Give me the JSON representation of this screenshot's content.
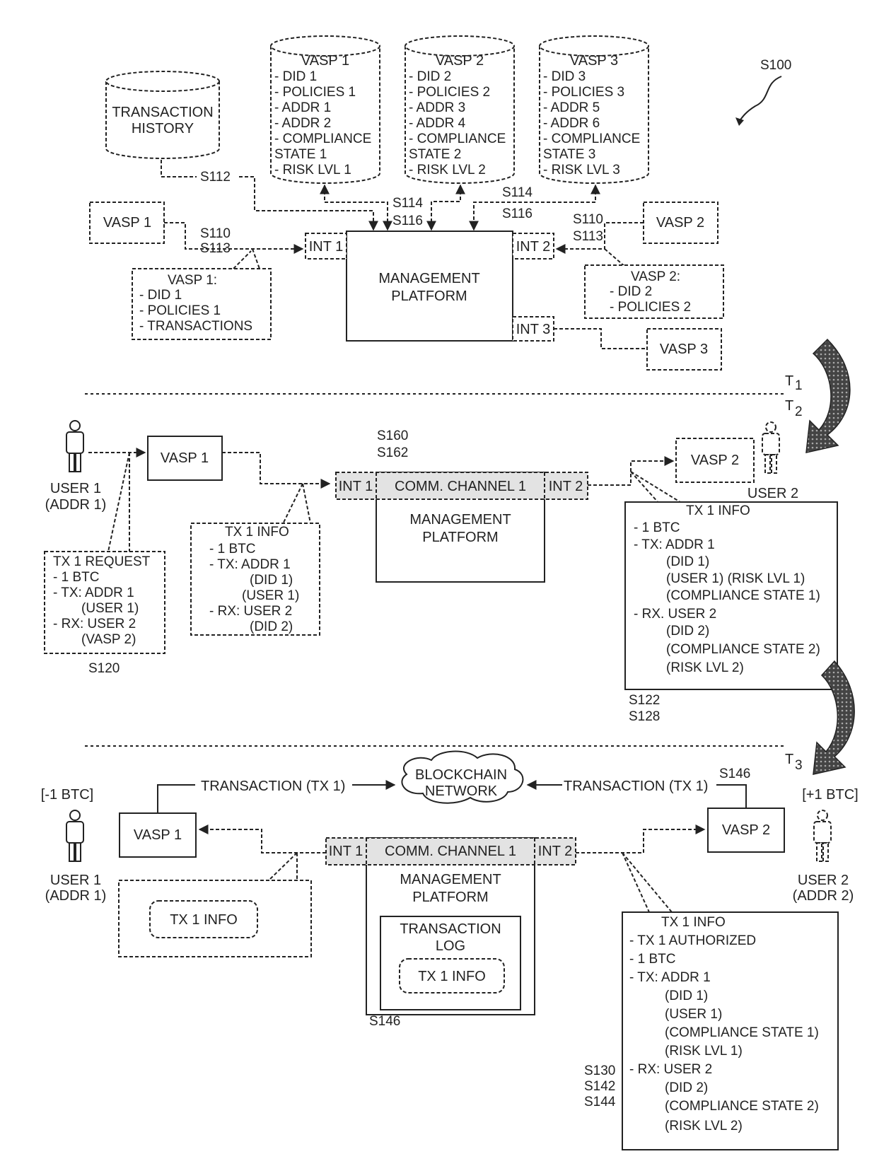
{
  "figure": {
    "ref_label": "S100",
    "top": {
      "db1": {
        "title": "VASP 1",
        "lines": [
          "- DID 1",
          "- POLICIES 1",
          "- ADDR 1",
          "- ADDR 2",
          "- COMPLIANCE",
          "STATE 1",
          "- RISK LVL 1"
        ]
      },
      "db2": {
        "title": "VASP 2",
        "lines": [
          "- DID 2",
          "- POLICIES 2",
          "- ADDR 3",
          "- ADDR 4",
          "- COMPLIANCE",
          "STATE 2",
          "- RISK LVL 2"
        ]
      },
      "db3": {
        "title": "VASP 3",
        "lines": [
          "- DID 3",
          "- POLICIES 3",
          "- ADDR 5",
          "- ADDR 6",
          "- COMPLIANCE",
          "STATE 3",
          "- RISK LVL 3"
        ]
      },
      "history": [
        "TRANSACTION",
        "HISTORY"
      ],
      "vasp1": "VASP 1",
      "vasp2": "VASP 2",
      "vasp3": "VASP 3",
      "platform": [
        "MANAGEMENT",
        "PLATFORM"
      ],
      "int1": "INT 1",
      "int2": "INT 2",
      "int3": "INT 3",
      "note1": [
        "VASP 1:",
        "- DID 1",
        "- POLICIES 1",
        "- TRANSACTIONS"
      ],
      "note2": [
        "VASP 2:",
        "- DID 2",
        "- POLICIES 2"
      ],
      "s112": "S112",
      "s114a": "S114",
      "s116a": "S116",
      "s114b": "S114",
      "s116b": "S116",
      "s110a": "S110",
      "s113a": "S113",
      "s110b": "S110",
      "s113b": "S113"
    },
    "t1": "T",
    "t1_sub": "1",
    "t2": "T",
    "t2_sub": "2",
    "t3": "T",
    "t3_sub": "3",
    "middle": {
      "user1": [
        "USER 1",
        "(ADDR 1)"
      ],
      "user2": "USER 2",
      "vasp1": "VASP 1",
      "vasp2": "VASP 2",
      "int1": "INT 1",
      "int2": "INT 2",
      "channel": "COMM. CHANNEL 1",
      "platform": [
        "MANAGEMENT",
        "PLATFORM"
      ],
      "s160": "S160",
      "s162": "S162",
      "request": [
        "TX 1 REQUEST",
        "- 1 BTC",
        "- TX: ADDR 1",
        "(USER 1)",
        "- RX: USER 2",
        "(VASP 2)"
      ],
      "s120": "S120",
      "info1": [
        "TX 1 INFO",
        "- 1 BTC",
        "- TX: ADDR 1",
        "(DID 1)",
        "(USER 1)",
        "- RX: USER 2",
        "(DID 2)"
      ],
      "info2": [
        "TX 1 INFO",
        "- 1 BTC",
        "- TX: ADDR 1",
        "(DID 1)",
        "(USER 1) (RISK LVL 1)",
        "(COMPLIANCE STATE 1)",
        "- RX. USER 2",
        "(DID 2)",
        "(COMPLIANCE STATE 2)",
        "(RISK LVL 2)"
      ],
      "s122": "S122",
      "s128": "S128"
    },
    "bottom": {
      "minus": "[-1 BTC]",
      "plus": "[+1 BTC]",
      "user1": [
        "USER 1",
        "(ADDR 1)"
      ],
      "user2": [
        "USER 2",
        "(ADDR 2)"
      ],
      "vasp1": "VASP 1",
      "vasp2": "VASP 2",
      "tx_left": "TRANSACTION (TX 1)",
      "tx_right": "TRANSACTION (TX 1)",
      "cloud": [
        "BLOCKCHAIN",
        "NETWORK"
      ],
      "s146a": "S146",
      "int1": "INT 1",
      "int2": "INT 2",
      "channel": "COMM. CHANNEL 1",
      "platform": [
        "MANAGEMENT",
        "PLATFORM"
      ],
      "log": [
        "TRANSACTION",
        "LOG"
      ],
      "log_item": "TX 1 INFO",
      "left_item": "TX 1 INFO",
      "s146b": "S146",
      "info": [
        "TX 1 INFO",
        "- TX 1 AUTHORIZED",
        "- 1 BTC",
        "- TX: ADDR 1",
        "(DID 1)",
        "(USER 1)",
        "(COMPLIANCE STATE 1)",
        "(RISK LVL 1)",
        "- RX: USER 2",
        "(DID 2)",
        "(COMPLIANCE STATE 2)",
        "(RISK LVL 2)"
      ],
      "s130": "S130",
      "s142": "S142",
      "s144": "S144"
    }
  }
}
